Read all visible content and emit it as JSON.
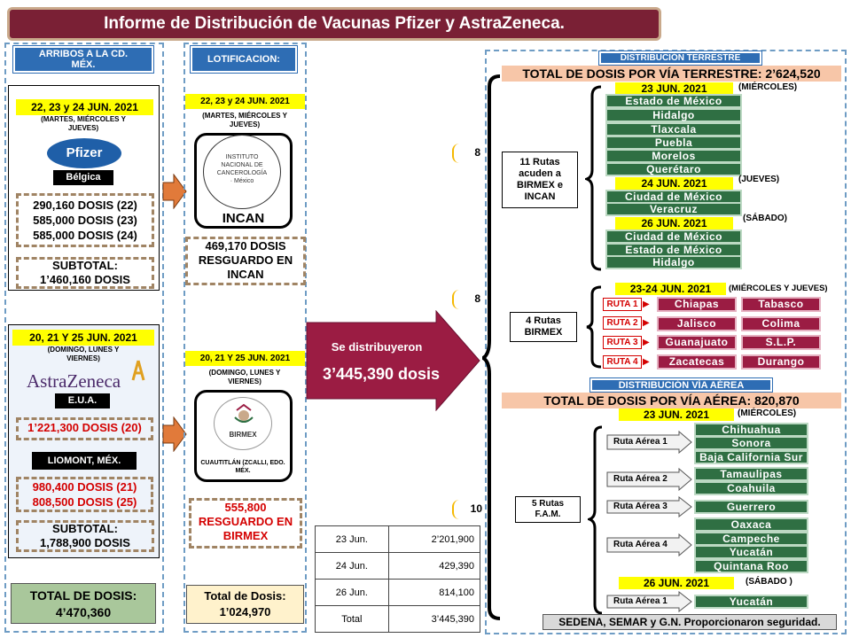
{
  "title": "Informe de Distribución de Vacunas Pfizer y AstraZeneca.",
  "arrivals": {
    "header": "ARRIBOS A LA CD. MÉX.",
    "pfizer": {
      "dates": "22, 23 y 24 JUN. 2021",
      "days": "(MARTES, MIÉRCOLES Y JUEVES)",
      "brand": "Pfizer",
      "origin": "Bélgica",
      "doses": [
        "290,160 DOSIS (22)",
        "585,000 DOSIS (23)",
        "585,000 DOSIS (24)"
      ],
      "subtotal_label": "SUBTOTAL:",
      "subtotal": "1’460,160 DOSIS"
    },
    "astra": {
      "dates": "20, 21 Y 25 JUN. 2021",
      "days": "(DOMINGO, LUNES Y VIERNES)",
      "brand": "AstraZeneca",
      "origin": "E.U.A.",
      "doses_usa": "1’221,300 DOSIS (20)",
      "origin2": "LIOMONT, MÉX.",
      "doses_mx": [
        "980,400 DOSIS (21)",
        "808,500 DOSIS (25)"
      ],
      "subtotal_label": "SUBTOTAL:",
      "subtotal": "1,788,900 DOSIS"
    },
    "total_label": "TOTAL DE DOSIS:",
    "total": "4’470,360"
  },
  "lot": {
    "header": "LOTIFICACION:",
    "incan": {
      "dates": "22, 23 y 24 JUN. 2021",
      "days": "(MARTES, MIÉRCOLES Y JUEVES)",
      "name": "INCAN",
      "seal_text": "INSTITUTO NACIONAL DE CANCEROLOGÍA · México",
      "doses": "469,170 DOSIS RESGUARDO EN INCAN"
    },
    "birmex": {
      "dates": "20, 21 Y 25 JUN. 2021",
      "days": "(DOMINGO, LUNES Y VIERNES)",
      "logo_text": "BIRMEX",
      "location": "CUAUTITLÁN (ZCALLI, EDO. MÉX.",
      "doses": "555,800 RESGUARDO EN BIRMEX"
    },
    "total_label": "Total de Dosis:",
    "total": "1’024,970"
  },
  "center": {
    "label": "Se distribuyeron",
    "value": "3’445,390 dosis"
  },
  "table": {
    "rows": [
      [
        "23 Jun.",
        "2’201,900"
      ],
      [
        "24 Jun.",
        "429,390"
      ],
      [
        "26 Jun.",
        "814,100"
      ],
      [
        "Total",
        "3’445,390"
      ]
    ]
  },
  "land": {
    "header": "DISTRIBUCIÓN TERRESTRE",
    "total": "TOTAL DE DOSIS POR VÍA TERRESTRE: 2’624,520",
    "group1": {
      "count": "8",
      "routes": "11 Rutas acuden a BIRMEX e INCAN",
      "d1": "23 JUN. 2021",
      "d1_day": "(MIÉRCOLES)",
      "d1_states": [
        "Estado de México",
        "Hidalgo",
        "Tlaxcala",
        "Puebla",
        "Morelos",
        "Querétaro"
      ],
      "d2": "24 JUN. 2021",
      "d2_day": "(JUEVES)",
      "d2_states": [
        "Ciudad de México",
        "Veracruz"
      ],
      "d3": "26 JUN. 2021",
      "d3_day": "(SÁBADO)",
      "d3_states": [
        "Ciudad de México",
        "Estado de México",
        "Hidalgo"
      ]
    },
    "group2": {
      "count": "8",
      "routes": "4 Rutas BIRMEX",
      "date": "23-24 JUN. 2021",
      "day": "(MIÉRCOLES Y JUEVES)",
      "rows": [
        [
          "RUTA 1",
          "Chiapas",
          "Tabasco"
        ],
        [
          "RUTA 2",
          "Jalisco",
          "Colima"
        ],
        [
          "RUTA 3",
          "Guanajuato",
          "S.L.P."
        ],
        [
          "RUTA 4",
          "Zacatecas",
          "Durango"
        ]
      ]
    }
  },
  "air": {
    "header": "DISTRIBUCIÓN VÍA AÉREA",
    "total": "TOTAL DE DOSIS POR VÍA AÉREA: 820,870",
    "count": "10",
    "routes": "5 Rutas F.A.M.",
    "d1": "23 JUN. 2021",
    "d1_day": "(MIÉRCOLES)",
    "r1": "Ruta Aérea 1",
    "r1_states": [
      "Chihuahua",
      "Sonora",
      "Baja California Sur"
    ],
    "r2": "Ruta Aérea 2",
    "r2_states": [
      "Tamaulipas",
      "Coahuila"
    ],
    "r3": "Ruta Aérea 3",
    "r3_states": [
      "Guerrero"
    ],
    "r4": "Ruta Aérea 4",
    "r4_states": [
      "Oaxaca",
      "Campeche",
      "Yucatán",
      "Quintana Roo"
    ],
    "d2": "26 JUN. 2021",
    "d2_day": "(SÁBADO )",
    "r5": "Ruta Aérea 1",
    "r5_states": [
      "Yucatán"
    ],
    "footer": "SEDENA, SEMAR y G.N. Proporcionaron seguridad."
  },
  "colors": {
    "wine": "#7a2035",
    "blue": "#2e6db4",
    "green": "#2f6f43",
    "crimson": "#9b1c43",
    "yellow": "#ffff00"
  }
}
